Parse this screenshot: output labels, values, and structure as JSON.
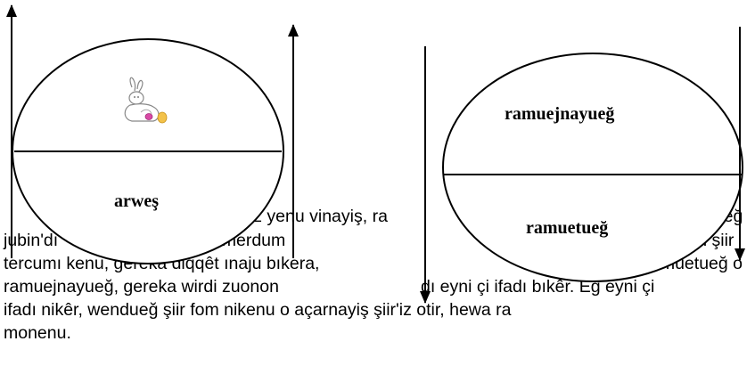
{
  "paragraph": {
    "lines": [
      "dız yenu vinayiş, ra",
      "yueğ",
      "jubin'dı",
      "ue. Jubin oni ra merdum",
      "um şiir",
      "tercumı  kenu,  gereka  diqqêt  ınaju  bıkera,",
      "amuetueğ  o",
      "ramuejnayueğ, gereka wirdi zuonon",
      "dı eyni çi ifadı bıkêr. Êğ eyni çi",
      "ifadı nikêr, wendueğ şiir fom nikenu o açarnayiş şiir'iz otir, hewa ra",
      "monenu."
    ]
  },
  "left_egg": {
    "bottom_label": "arweş",
    "top_image": "rabbit-with-egg-drawing"
  },
  "right_egg": {
    "top_label": "ramuejnayueğ",
    "bottom_label": "ramuetueğ"
  },
  "arrows": [
    {
      "name": "arrow-far-left",
      "direction": "up"
    },
    {
      "name": "arrow-mid-left",
      "direction": "up"
    },
    {
      "name": "arrow-mid-right",
      "direction": "down"
    },
    {
      "name": "arrow-far-right",
      "direction": "down"
    }
  ]
}
